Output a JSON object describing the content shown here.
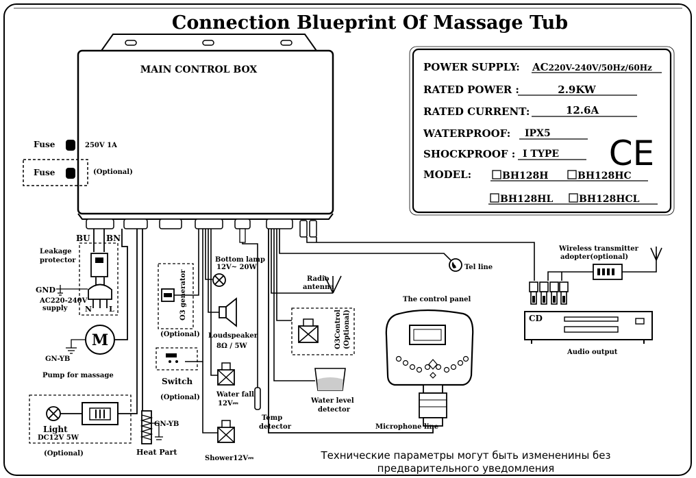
{
  "title": "Connection Blueprint Of Massage Tub",
  "main_box": {
    "label": "MAIN CONTROL BOX",
    "fuse1_label": "Fuse",
    "fuse1_rating": "250V 1A",
    "fuse2_label": "Fuse",
    "fuse2_note": "(Optional)"
  },
  "specs": {
    "power_supply_label": "POWER SUPPLY:",
    "power_supply_value_bold": "AC",
    "power_supply_value": "220V-240V/50Hz/60Hz",
    "rated_power_label": "RATED POWER :",
    "rated_power_value": "2.9KW",
    "rated_current_label": "RATED CURRENT:",
    "rated_current_value": "12.6A",
    "waterproof_label": "WATERPROOF:",
    "waterproof_value": "IPX5",
    "shockproof_label": "SHOCKPROOF :",
    "shockproof_value": "I TYPE",
    "model_label": "MODEL:",
    "models": [
      "BH128H",
      "BH128HC",
      "BH128HL",
      "BH128HCL"
    ],
    "ce_mark": "CE"
  },
  "components": {
    "bu": "BU",
    "bn": "BN",
    "leakage_protector": [
      "Leakage",
      "protector"
    ],
    "gnd": "GND",
    "supply": [
      "AC220-240V",
      "supply"
    ],
    "n_label": "N",
    "l_label": "L",
    "motor": "M",
    "gn_yb_1": "GN-YB",
    "pump": "Pump for massage",
    "light": [
      "Light",
      "DC12V 5W"
    ],
    "light_optional": "(Optional)",
    "heat_part": "Heat Part",
    "gn_yb_2": "GN-YB",
    "o3_generator": "O3 generator",
    "o3_optional": "(Optional)",
    "switch": "Switch",
    "switch_optional": "(Optional)",
    "bottom_lamp": [
      "Bottom lamp",
      "12V~ 20W"
    ],
    "loudspeaker": [
      "Loudspeaker",
      "8Ω / 5W"
    ],
    "waterfall": [
      "Water fall",
      "12V⎓"
    ],
    "shower": "Shower12V⎓",
    "temp_detector": [
      "Temp",
      "detector"
    ],
    "radio_antenna": [
      "Radio",
      "antenna"
    ],
    "o3_control": "O3Control",
    "o3_control_optional": "(Optional)",
    "water_level": [
      "Water level",
      "detector"
    ],
    "tel_line": "Tel line",
    "control_panel": "The control panel",
    "microphone_line": "Microphone line",
    "wireless": [
      "Wireless transmitter",
      "adopter(optional)"
    ],
    "cd": "CD",
    "audio_output": "Audio output"
  },
  "footnote": [
    "Технические параметры могут быть измененины без",
    "предварительного уведомления"
  ]
}
